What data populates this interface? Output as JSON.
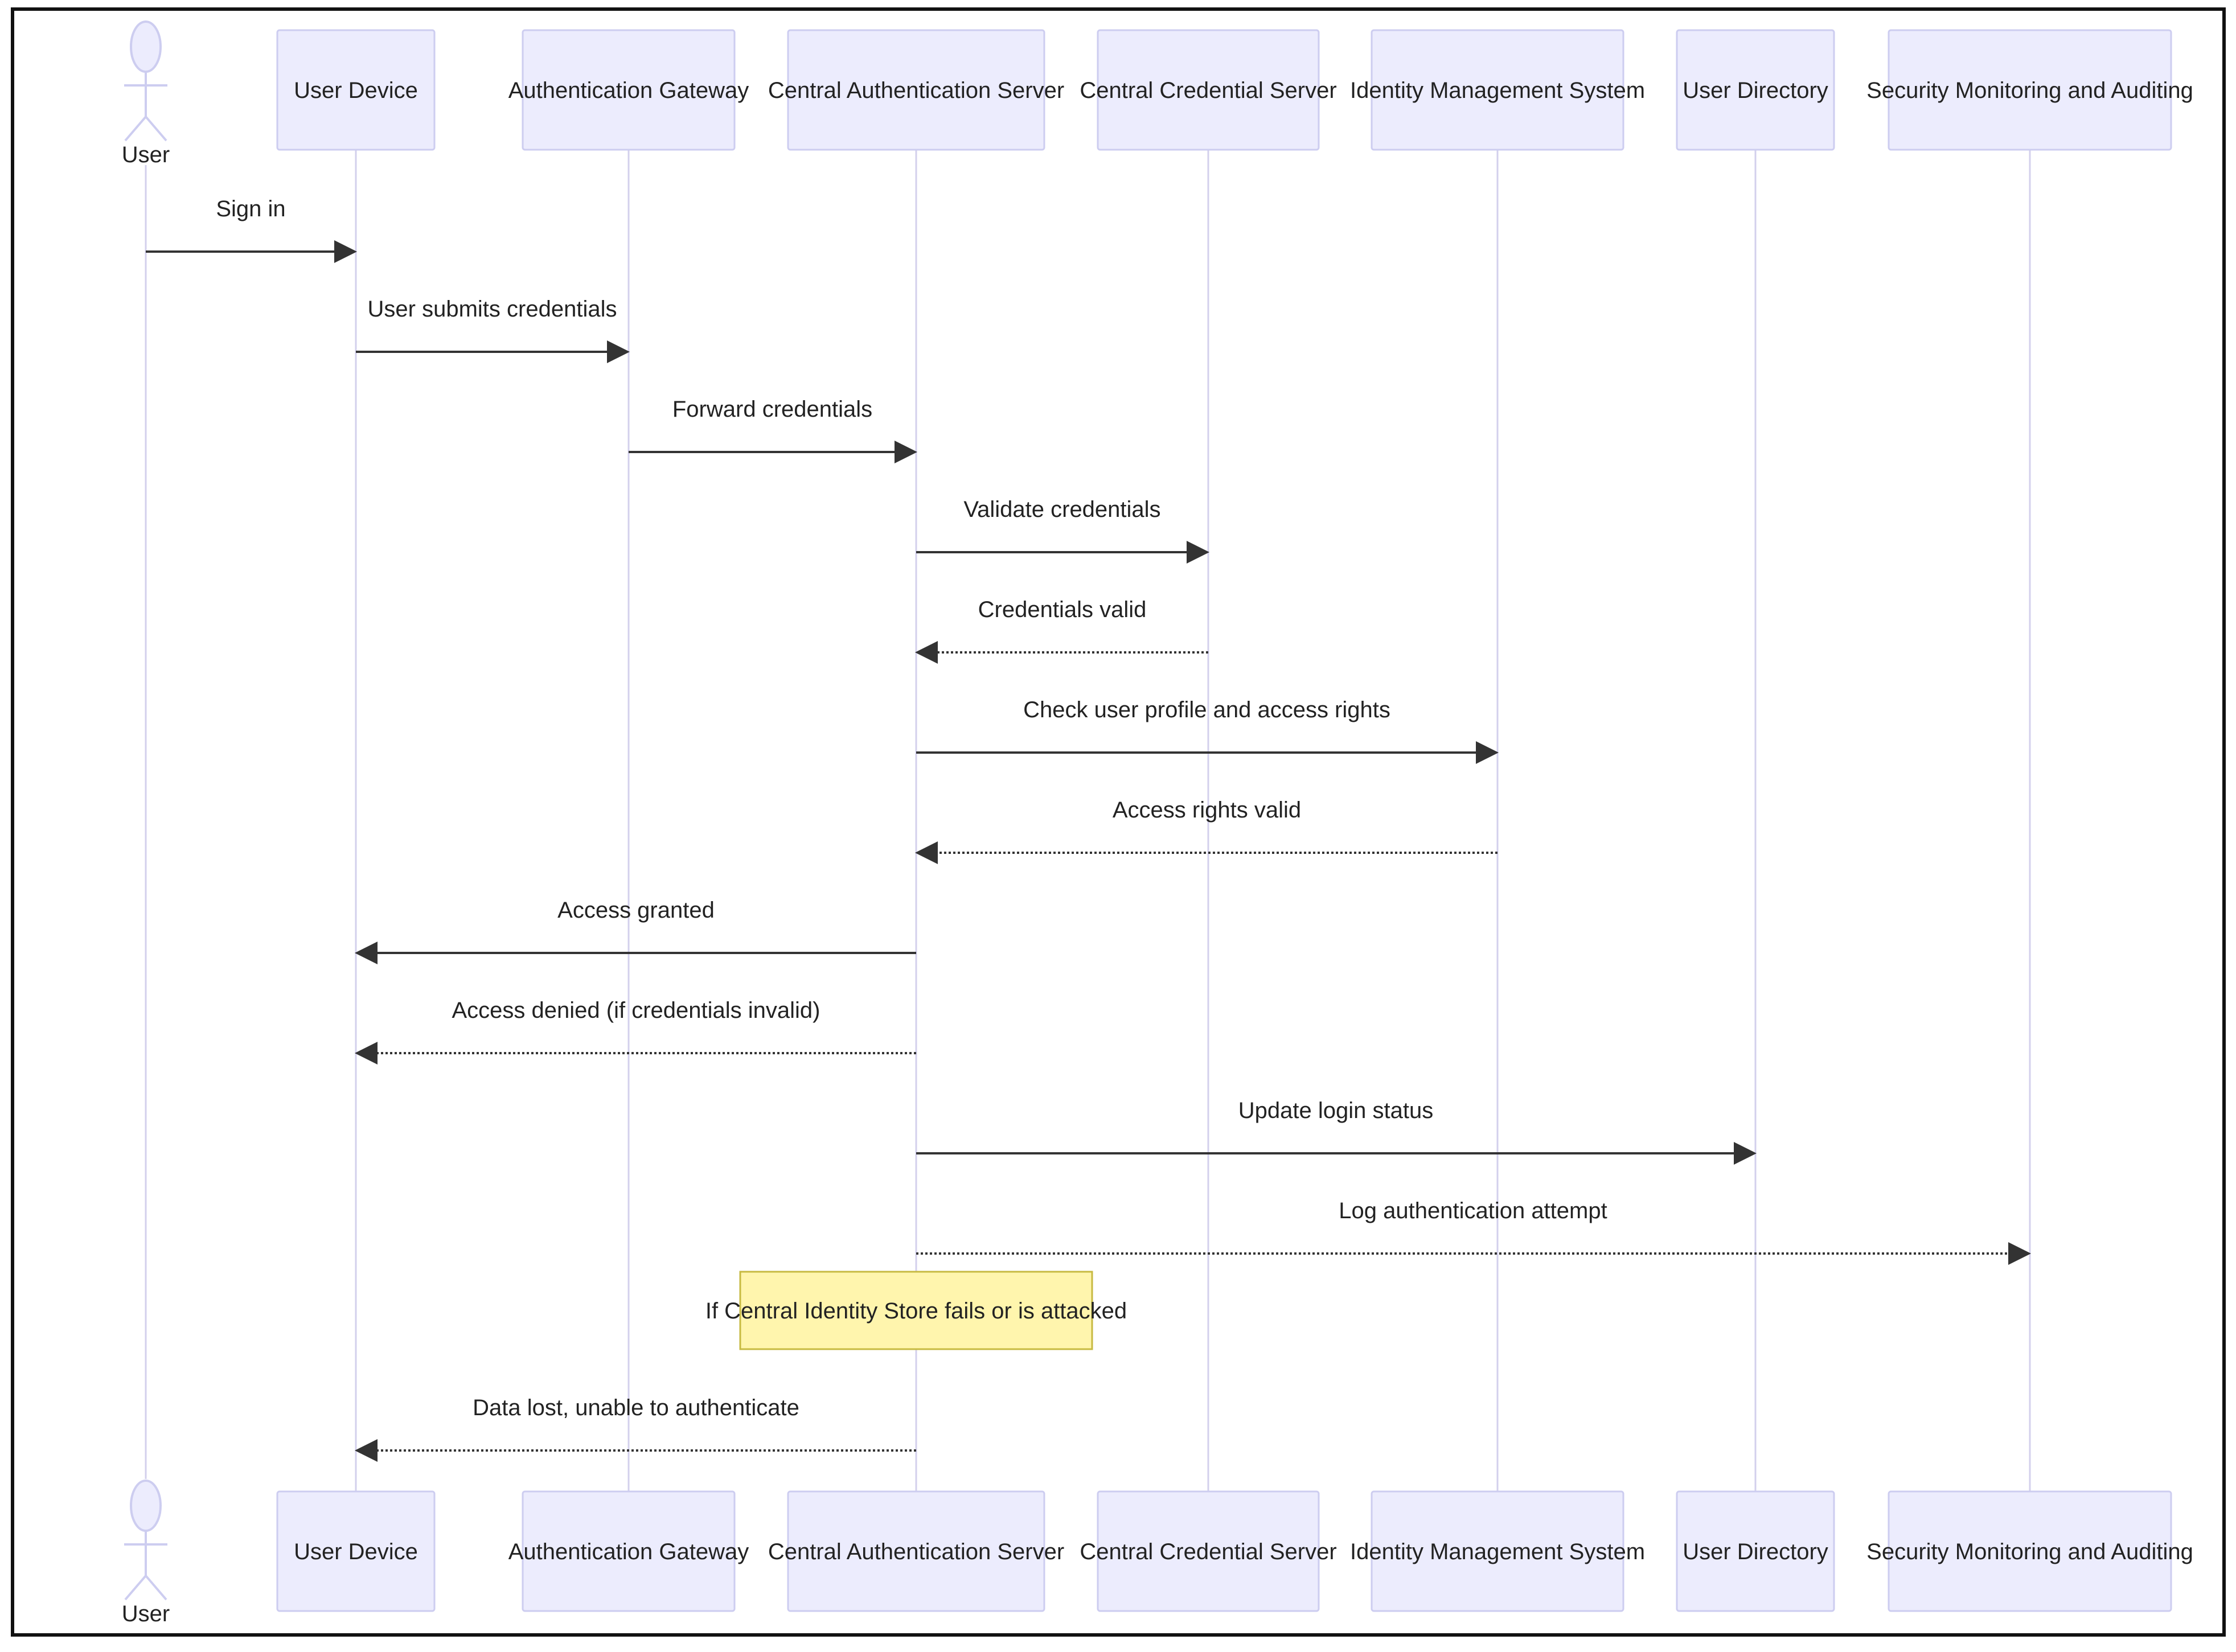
{
  "actor": {
    "label": "User"
  },
  "participants": [
    {
      "id": "device",
      "label": "User Device"
    },
    {
      "id": "gateway",
      "label": "Authentication Gateway"
    },
    {
      "id": "cas",
      "label": "Central Authentication Server"
    },
    {
      "id": "ccs",
      "label": "Central Credential Server"
    },
    {
      "id": "ims",
      "label": "Identity Management System"
    },
    {
      "id": "dir",
      "label": "User Directory"
    },
    {
      "id": "sec",
      "label": "Security Monitoring and Auditing"
    }
  ],
  "messages": [
    {
      "from": "actor",
      "to": "device",
      "label": "Sign in",
      "style": "solid"
    },
    {
      "from": "device",
      "to": "gateway",
      "label": "User submits credentials",
      "style": "solid"
    },
    {
      "from": "gateway",
      "to": "cas",
      "label": "Forward credentials",
      "style": "solid"
    },
    {
      "from": "cas",
      "to": "ccs",
      "label": "Validate credentials",
      "style": "solid"
    },
    {
      "from": "ccs",
      "to": "cas",
      "label": "Credentials valid",
      "style": "dotted"
    },
    {
      "from": "cas",
      "to": "ims",
      "label": "Check user profile and access rights",
      "style": "solid"
    },
    {
      "from": "ims",
      "to": "cas",
      "label": "Access rights valid",
      "style": "dotted"
    },
    {
      "from": "cas",
      "to": "device",
      "label": "Access granted",
      "style": "solid"
    },
    {
      "from": "cas",
      "to": "device",
      "label": "Access denied (if credentials invalid)",
      "style": "dotted"
    },
    {
      "from": "cas",
      "to": "dir",
      "label": "Update login status",
      "style": "solid"
    },
    {
      "from": "cas",
      "to": "sec",
      "label": "Log authentication attempt",
      "style": "dotted"
    },
    {
      "from": "cas",
      "to": "device",
      "label": "Data lost, unable to authenticate",
      "style": "dotted"
    }
  ],
  "note": {
    "over": "cas",
    "text": "If Central Identity Store fails or is attacked",
    "after_message": 10
  },
  "colors": {
    "box_fill": "#ececfd",
    "box_stroke": "#cdcdf0",
    "lifeline": "#d3d0ec",
    "arrow": "#333333",
    "note_fill": "#fff5ad",
    "note_stroke": "#c7ba41",
    "frame": "#111111",
    "text": "#222222"
  }
}
